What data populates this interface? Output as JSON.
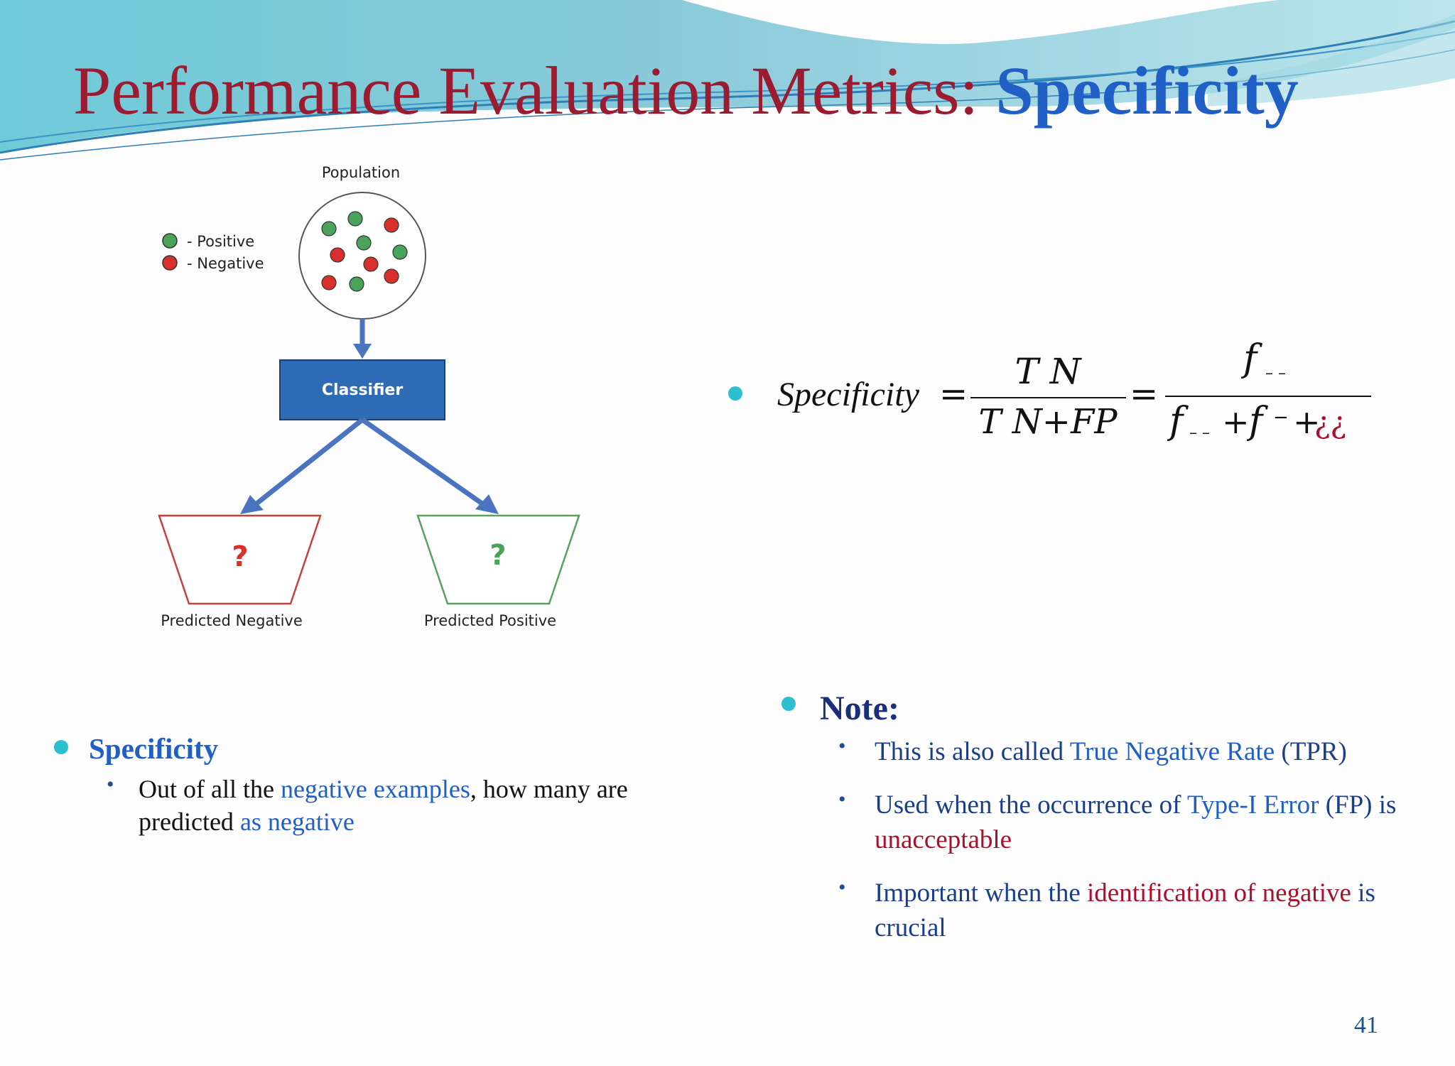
{
  "title": {
    "main": "Performance Evaluation Metrics: ",
    "accent": "Specificity"
  },
  "diagram": {
    "population_label": "Population",
    "legend": [
      {
        "label": "- Positive",
        "color": "#4aa35a"
      },
      {
        "label": "- Negative",
        "color": "#d9302c"
      }
    ],
    "classifier_label": "Classifier",
    "negative_bucket": {
      "mark": "?",
      "label": "Predicted Negative",
      "color": "#d9302c"
    },
    "positive_bucket": {
      "mark": "?",
      "label": "Predicted Positive",
      "color": "#4aa35a"
    }
  },
  "formula": {
    "lhs": "Specificity",
    "eq": "=",
    "num1": "T N",
    "den1": "T N+FP",
    "num2": "f",
    "num2_sub": "– –",
    "den2_a": "f",
    "den2_a_sub": "– –",
    "den2_plus": "+",
    "den2_b": "f",
    "den2_b_sub": "−",
    "den2_tail": "+",
    "den2_glyphs": "¿¿"
  },
  "specificity": {
    "heading": "Specificity",
    "text_1": "Out of all the ",
    "text_2": "negative examples",
    "text_3": ", how many are predicted ",
    "text_4": "as negative"
  },
  "note": {
    "heading": "Note:",
    "item1_a": "This is also called ",
    "item1_b": "True Negative Rate",
    "item1_c": "  (TPR)",
    "item2_a": "Used when the occurrence of ",
    "item2_b": "Type-I Error",
    "item2_c": " (FP) is ",
    "item2_d": "unacceptable",
    "item3_a": "Important when the ",
    "item3_b": "identification of negative",
    "item3_c": " is crucial"
  },
  "page_number": "41",
  "colors": {
    "title": "#9b1b30",
    "accent": "#1f5fc6",
    "bullet": "#2bbfcf",
    "classifier": "#2e6bb6"
  }
}
